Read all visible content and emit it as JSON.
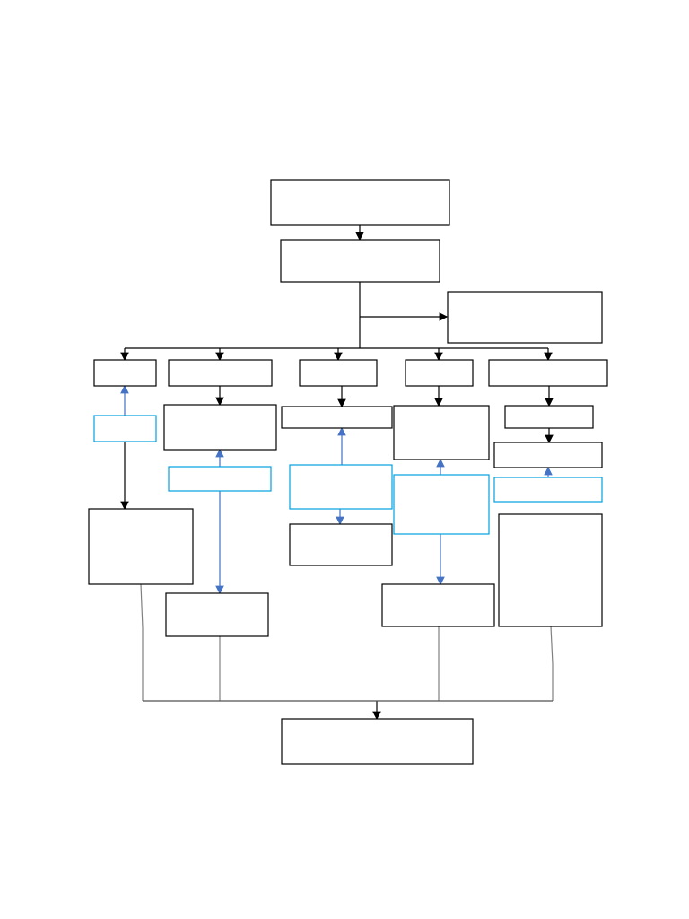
{
  "diagram": {
    "type": "flowchart",
    "colors": {
      "box_border": "#000000",
      "highlight_box_border": "#00a0e0",
      "arrow_black": "#000000",
      "arrow_blue": "#4472c4",
      "connector_gray": "#808080",
      "background": "#ffffff"
    },
    "nodes": [
      {
        "id": "top",
        "label": ""
      },
      {
        "id": "second",
        "label": ""
      },
      {
        "id": "side-right",
        "label": ""
      },
      {
        "id": "col1-head",
        "label": ""
      },
      {
        "id": "col2-head",
        "label": ""
      },
      {
        "id": "col3-head",
        "label": ""
      },
      {
        "id": "col4-head",
        "label": ""
      },
      {
        "id": "col5-head",
        "label": ""
      },
      {
        "id": "col1-note",
        "label": ""
      },
      {
        "id": "col1-bottom",
        "label": ""
      },
      {
        "id": "col2-mid",
        "label": ""
      },
      {
        "id": "col2-note",
        "label": ""
      },
      {
        "id": "col2-bottom",
        "label": ""
      },
      {
        "id": "col3-mid",
        "label": ""
      },
      {
        "id": "col3-note",
        "label": ""
      },
      {
        "id": "col3-bottom",
        "label": ""
      },
      {
        "id": "col4-mid",
        "label": ""
      },
      {
        "id": "col4-note",
        "label": ""
      },
      {
        "id": "col4-bottom",
        "label": ""
      },
      {
        "id": "col5-mid1",
        "label": ""
      },
      {
        "id": "col5-mid2",
        "label": ""
      },
      {
        "id": "col5-note",
        "label": ""
      },
      {
        "id": "col5-bottom",
        "label": ""
      },
      {
        "id": "final",
        "label": ""
      }
    ]
  }
}
